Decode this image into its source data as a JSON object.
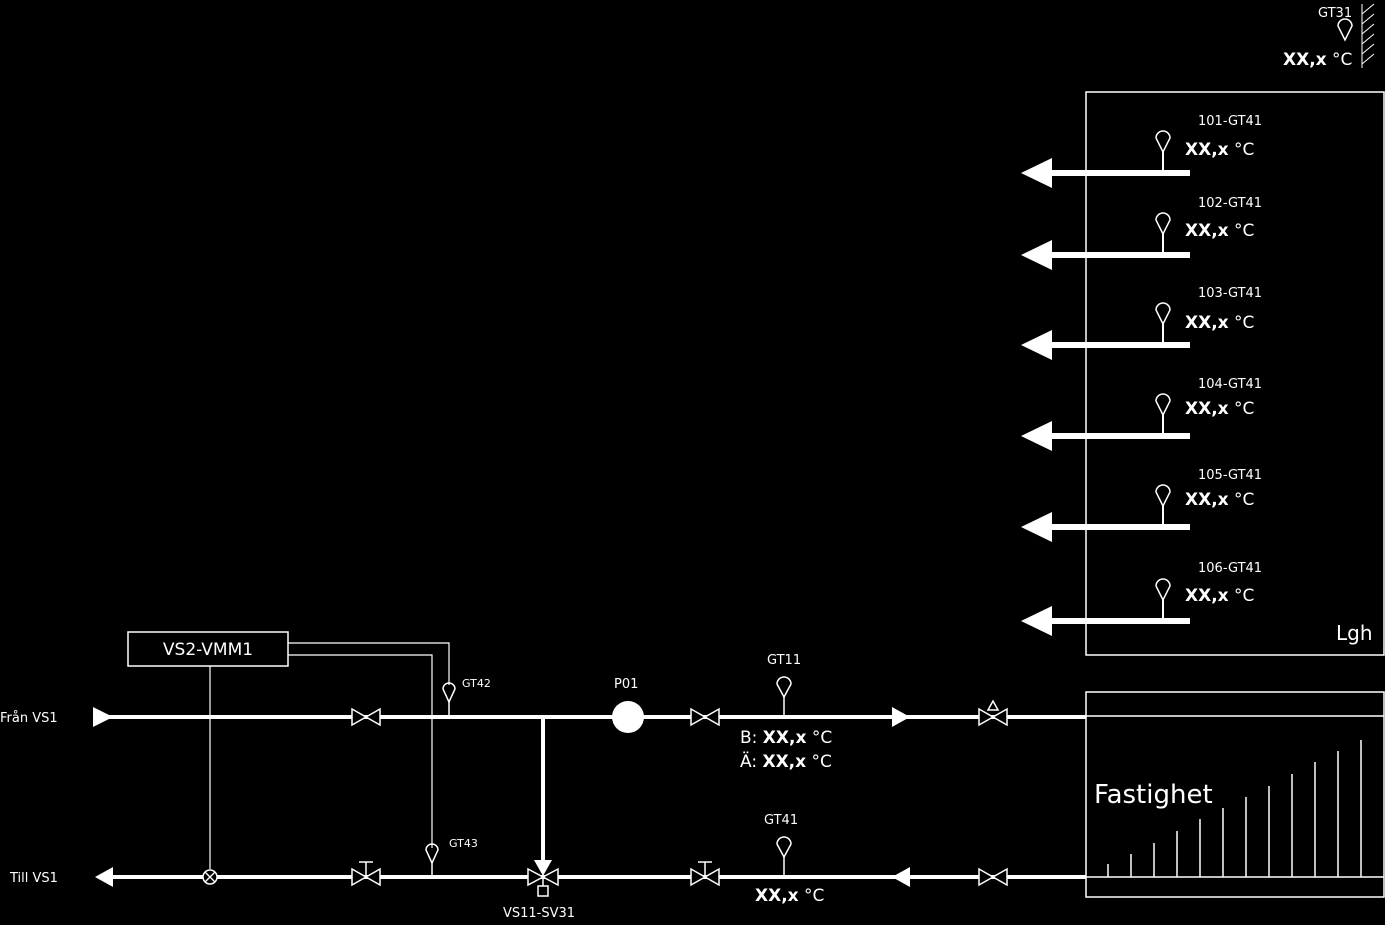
{
  "outdoor": {
    "tag": "GT31",
    "value": "XX,x",
    "unit": "°C"
  },
  "apartment": {
    "label": "Lgh",
    "sensors": [
      {
        "tag": "101-GT41",
        "value": "XX,x",
        "unit": "°C"
      },
      {
        "tag": "102-GT41",
        "value": "XX,x",
        "unit": "°C"
      },
      {
        "tag": "103-GT41",
        "value": "XX,x",
        "unit": "°C"
      },
      {
        "tag": "104-GT41",
        "value": "XX,x",
        "unit": "°C"
      },
      {
        "tag": "105-GT41",
        "value": "XX,x",
        "unit": "°C"
      },
      {
        "tag": "106-GT41",
        "value": "XX,x",
        "unit": "°C"
      }
    ]
  },
  "building": {
    "label": "Fastighet"
  },
  "meter": {
    "label": "VS2-VMM1"
  },
  "supply": {
    "label": "Från VS1"
  },
  "return": {
    "label": "Till VS1"
  },
  "gt42": {
    "tag": "GT42"
  },
  "gt43": {
    "tag": "GT43"
  },
  "pump": {
    "tag": "P01"
  },
  "gt11": {
    "tag": "GT11",
    "setpoint_prefix": "B:",
    "setpoint_value": "XX,x",
    "setpoint_unit": "°C",
    "actual_prefix": "Ä:",
    "actual_value": "XX,x",
    "actual_unit": "°C"
  },
  "gt41": {
    "tag": "GT41",
    "value": "XX,x",
    "unit": "°C"
  },
  "valve": {
    "tag": "VS11-SV31"
  }
}
